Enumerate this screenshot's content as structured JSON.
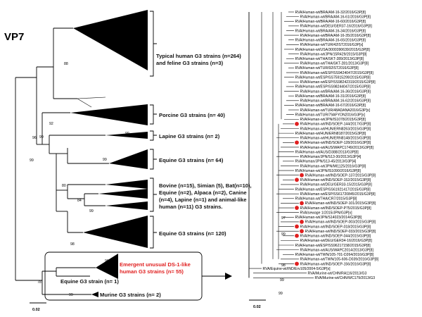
{
  "figure": {
    "gene_label": "VP7",
    "left_scale": "0.02",
    "right_scale": "0.02",
    "colors": {
      "highlight": "#e02020",
      "branch": "#000000"
    }
  },
  "left_tree": {
    "clade_labels": [
      "Typical human G3 strains (n=264)",
      "and feline G3 strains (n=3)",
      "Porcine G3 strains (n= 40)",
      "Lapine G3 strains (n= 2)",
      "Equine G3 strains (n= 64)",
      "Bovine (n=15), Simian (5), Bat(n=10),",
      "Equine (n=2), Alpaca (n=2), Canine",
      "(n=4), Lapine (n=1) and animal-like",
      "human (n=11) G3 strains.",
      "Equine G3 strains (n= 120)",
      "Emergent unusual DS-1-like",
      "human G3 strains (n= 55)",
      "Equine G3 strain (n= 1)",
      "Murine G3 strains (n= 2)"
    ],
    "bootstrap": [
      "88",
      "92",
      "99",
      "96",
      "99",
      "99",
      "99",
      "80",
      "84",
      "99",
      "98",
      "99",
      "78",
      "99"
    ]
  },
  "right_tree": {
    "leaves": [
      "RVA/Human-wt/BRA/AM-16-32/2016/G3P[8]",
      "RVA/Human-wt/BRA/AM-16-61/2016/G3P[8]",
      "RVA/Human-wt/BRA/AM-16-60/2016/G3P[8]",
      "RVA/Human-wt/DEU/GER37-16/2016/G3P[8]",
      "RVA/Human-wt/BRA/AM-16-34/2016/G3P[8]",
      "RVA/Human-wt/BRA/AM-16-35/2016/G3P[8]",
      "RVA/Human-wt/BRA/AM-16-65/2016/G3P[8]",
      "RVA/Human-wt/TUR/42IST2016/G3P[x]",
      "RVA/Human-wt/USA/3000390639/2015/G3P[8]",
      "RVA/Human-wt/JPN/15R429/2015/G3P[8]",
      "RVA/Human-wt/THA/SKT-289/2013/G3P[8]",
      "RVA/Human-wt/THA/SKT-281/2013/G3P[8]",
      "RVA/Human-wt/TUR/92IST2016/G3P[8]",
      "RVA/Human-wt/ESP/SS9424047/2015/G3P[8]",
      "RVA/Human-wt/ESP/SS75915299/2015/G3P[8]",
      "RVA/Human-wt/ESP/SS98242319/2015/G3P[8]",
      "RVA/Human-wt/ESP/SS98244047/2015/G3P[8]",
      "RVA/Human-wt/BRA/AM-16-36/2016/G3P[8]",
      "RVA/Human-wt/BRA/AM-16-31/2016/G3P[8]",
      "RVA/Human-wt/BRA/AM-16-62/2016/G3P[8]",
      "RVA/Human-wt/BRA/AM-16-67/2016/G3P[8]",
      "RVA/Human-wt/TUR/48ADANA2016/G3P[x]",
      "RVA/Human-wt/TUR/79AFYON2016/G3P[x]",
      "RVA/Human-wt/JPN/IS1078/2015/G3P[8]",
      "RVA/Human-wt/IND/SOEP-144/2017/G3P[8]",
      "RVA/Human-wt/HUN/ERN8263/2015/G3P[8]",
      "RVA/Human-wt/HUN/ERN8187/2015/G3P[8]",
      "RVA/Human-wt/HUN/ERN8148/2015/G3P[8]",
      "RVA/Human-wt/IND/SOEP-128/2016/G3P[8]",
      "RVA/Human-wt/AUS/WAPC1749/2013/G3P[8]",
      "RVA/Human-wt/AUS/D388/2013/G3P[8]",
      "RVA/Human/JPN/S13-30/2013/G3P[4]",
      "RVA/Human/JPN/S13-45/2013/G3P[4]",
      "RVA/Human-wt/JPN/MI1125/2016/G3P[8]",
      "RVA/Human-wt/JPN/IS1090/2016/G3P[8]",
      "RVA/Human-wt/IND/SOEP-137/2015/G3P[8]",
      "RVA/Human-wt/IND/SOEP-152/2015/G3P[8]",
      "RVA/Human-wt/DEU/GER33-15/2015/G3P[8]",
      "RVA/Human-wt/ESP/SS61921417/2015/G3P[8]",
      "RVA/Human-wt/ESP/SS61720845/2015/G3P[8]",
      "RVA/Human-wt/THA/CR7/2015/G3P[8]",
      "RVA/Human-wt/IND/SOEP-101/2015/G3P[8]",
      "RVA/Human-wt/IND/SOEP-P75/2015/G3P[8]",
      "RVA/sewage 1/2015/JPN/G3P[x]",
      "RVA/Human-wt/JPN/S14023/2014/G3P[8]",
      "RVA/Human-wt/IND/SOEP-003/2015/G3P[8]",
      "RVA/Human-wt/IND/SOEP-018/2015/G3P[8]",
      "RVA/Human-wt/IND/SOEP-033/2015/G3P[8]",
      "RVA/Human-wt/IND/SOEP-044/2015/G3P[8]",
      "RVA/Human-wt/DEU/GER34-16/2016/G3P[8]",
      "RVA/Human-wt/ESP/SS96217158/2015/G3P[8]",
      "RVA/Human-wt/AUS/WAPC2014/2013/G3P[8]",
      "RVA/Human-wt/TWN/105-701-D264/2016/G3P[8]",
      "RVA/Human-wt/TWN/105-606-D039/2016/G3P[8]",
      "RVA/Human-wt/IND/SOEP-156/2016/G3P[8]",
      "RVA/Equine-wt/IND/Erv105/2004-5/G3P[x]",
      "RVA/Murine-wt/CHN/RA116/2013/G3",
      "RVA/Murine-wt/CHN/WC179/2013/G3"
    ],
    "highlighted": [
      24,
      28,
      35,
      36,
      41,
      42,
      45,
      46,
      47,
      48,
      54
    ],
    "bootstrap": [
      "97",
      "99",
      "98",
      "99",
      "99"
    ]
  }
}
